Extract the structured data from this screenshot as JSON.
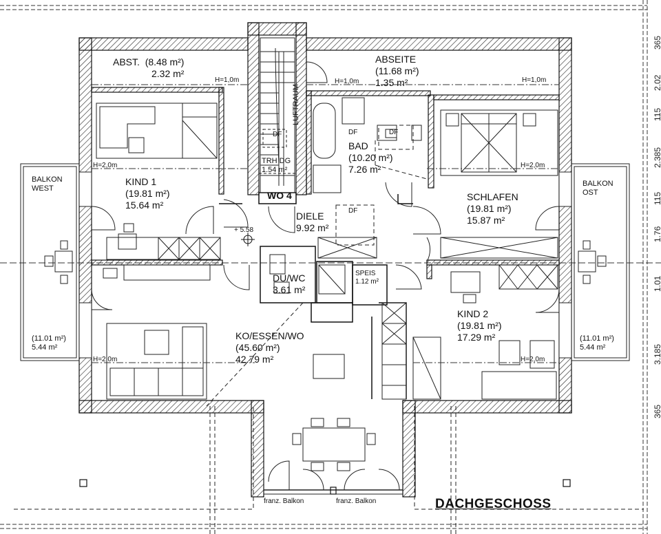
{
  "title": "DACHGESCHOSS",
  "rooms": {
    "abst": {
      "name": "ABST.",
      "gross": "(8.48 m²)",
      "net": "2.32 m²"
    },
    "abseite": {
      "name": "ABSEITE",
      "gross": "(11.68 m²)",
      "net": "1.35 m²"
    },
    "kind1": {
      "name": "KIND 1",
      "gross": "(19.81 m²)",
      "net": "15.64 m²"
    },
    "bad": {
      "name": "BAD",
      "gross": "(10.20 m²)",
      "net": "7.26 m²"
    },
    "trh": {
      "name": "TRH DG",
      "net": "1.54 m²"
    },
    "schlafen": {
      "name": "SCHLAFEN",
      "gross": "(19.81 m²)",
      "net": "15.87 m²"
    },
    "diele": {
      "name": "DIELE",
      "net": "9.92 m²"
    },
    "duwc": {
      "name": "DU/WC",
      "net": "3.61 m²"
    },
    "speis": {
      "name": "SPEIS",
      "net": "1.12 m²"
    },
    "kind2": {
      "name": "KIND 2",
      "gross": "(19.81 m²)",
      "net": "17.29 m²"
    },
    "koessen": {
      "name": "KO/ESSEN/WO",
      "gross": "(45.60 m²)",
      "net": "42.79 m²"
    },
    "balkon_west": {
      "name1": "BALKON",
      "name2": "WEST",
      "gross": "(11.01 m²)",
      "net": "5.44 m²"
    },
    "balkon_ost": {
      "name1": "BALKON",
      "name2": "OST",
      "gross": "(11.01 m²)",
      "net": "5.44 m²"
    }
  },
  "labels": {
    "h10": "H=1,0m",
    "h20": "H=2,0m",
    "df": "DF",
    "luftraum": "LUFTRAUM",
    "wo4": "WO 4",
    "level": "+ 5.58",
    "franz": "franz. Balkon"
  },
  "dims": [
    "365",
    "2.02",
    "115",
    "2.385",
    "115",
    "1.76",
    "1.01",
    "3.185",
    "365"
  ]
}
